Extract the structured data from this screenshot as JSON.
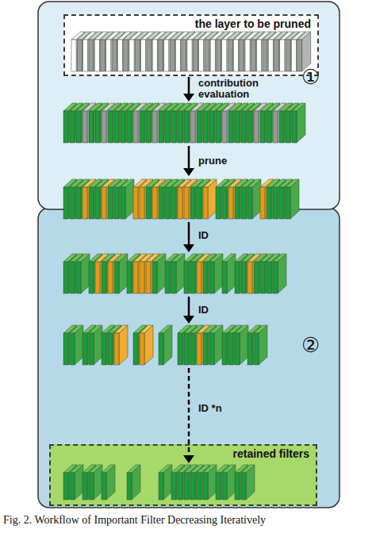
{
  "diagram": {
    "caption": "Fig. 2. Workflow of Important Filter Decreasing Iteratively",
    "nodes": [
      {
        "text": [
          "①"
        ]
      },
      {
        "text": [
          "the layer to be pruned"
        ],
        "in": 0
      },
      {
        "text": [
          "②"
        ]
      },
      {
        "text": [
          "retained filters"
        ],
        "in": 2
      }
    ],
    "labels": [
      "contribution evaluation",
      "prune",
      "ID",
      "ID",
      "ID *n"
    ]
  }
}
